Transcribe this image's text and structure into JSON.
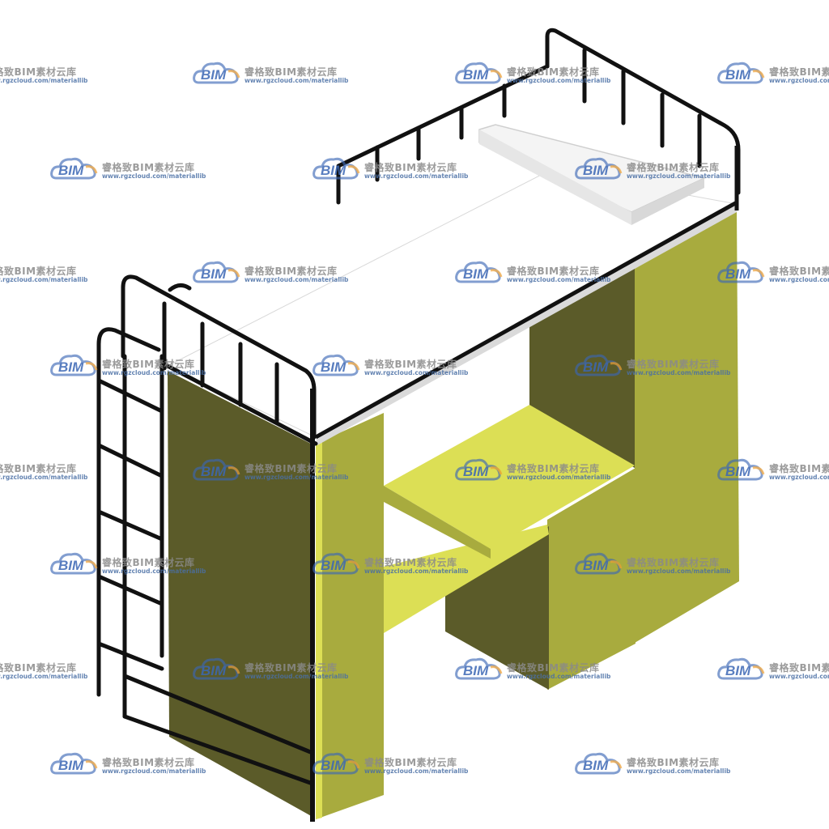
{
  "watermark": {
    "logo_text": "BIM",
    "brand_text": "睿格致BIM素材云库",
    "url_text": "www.rgzcloud.com/materiallib",
    "logo_blue": "#3b67b5",
    "logo_orange": "#f0a030"
  },
  "model": {
    "subject": "loft-bed-with-desk",
    "colors": {
      "panel_light": "#dcdf55",
      "panel_mid": "#a8ab3e",
      "panel_dark": "#5b5b29",
      "frame": "#111111",
      "mattress": "#ffffff",
      "pillow": "#efefef"
    }
  }
}
